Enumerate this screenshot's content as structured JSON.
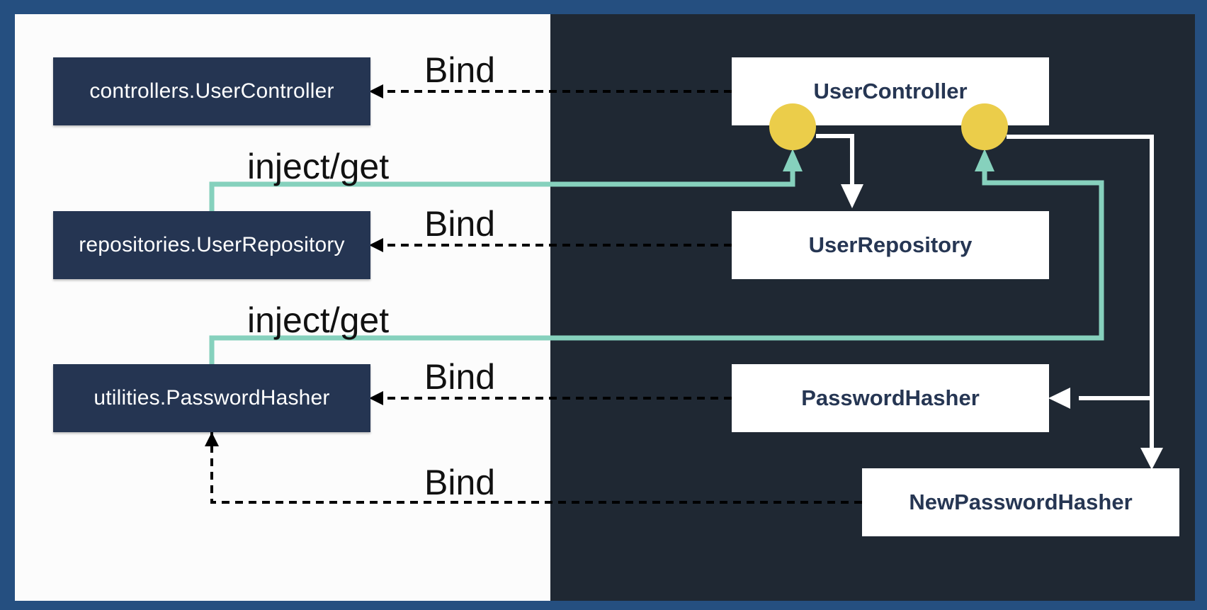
{
  "diagram": {
    "colors": {
      "outer_border": "#254f80",
      "left_pane": "#fcfcfc",
      "right_pane": "#1f2833",
      "dark_node": "#253552",
      "light_node": "#ffffff",
      "light_node_text": "#263653",
      "port": "#ebcd4a",
      "inject_edge": "#86d1bd",
      "bind_edge": "#000000",
      "dependency_edge": "#ffffff"
    },
    "interfaces": [
      {
        "id": "iface-user-controller",
        "label": "controllers.UserController"
      },
      {
        "id": "iface-user-repository",
        "label": "repositories.UserRepository"
      },
      {
        "id": "iface-password-hasher",
        "label": "utilities.PasswordHasher"
      }
    ],
    "implementations": [
      {
        "id": "impl-user-controller",
        "label": "UserController"
      },
      {
        "id": "impl-user-repository",
        "label": "UserRepository"
      },
      {
        "id": "impl-password-hasher",
        "label": "PasswordHasher"
      },
      {
        "id": "impl-new-password-hasher",
        "label": "NewPasswordHasher"
      }
    ],
    "edge_labels": {
      "bind": "Bind",
      "inject": "inject/get"
    },
    "edges": [
      {
        "type": "bind",
        "from": "impl-user-controller",
        "to": "iface-user-controller"
      },
      {
        "type": "bind",
        "from": "impl-user-repository",
        "to": "iface-user-repository"
      },
      {
        "type": "bind",
        "from": "impl-password-hasher",
        "to": "iface-password-hasher"
      },
      {
        "type": "bind",
        "from": "impl-new-password-hasher",
        "to": "iface-password-hasher"
      },
      {
        "type": "inject",
        "from": "iface-user-repository",
        "to": "impl-user-controller"
      },
      {
        "type": "inject",
        "from": "iface-password-hasher",
        "to": "impl-user-controller"
      },
      {
        "type": "dependency",
        "from": "impl-user-controller",
        "to": "impl-user-repository"
      },
      {
        "type": "dependency",
        "from": "impl-user-controller",
        "to": "impl-password-hasher"
      },
      {
        "type": "dependency",
        "from": "impl-user-controller",
        "to": "impl-new-password-hasher"
      }
    ]
  }
}
